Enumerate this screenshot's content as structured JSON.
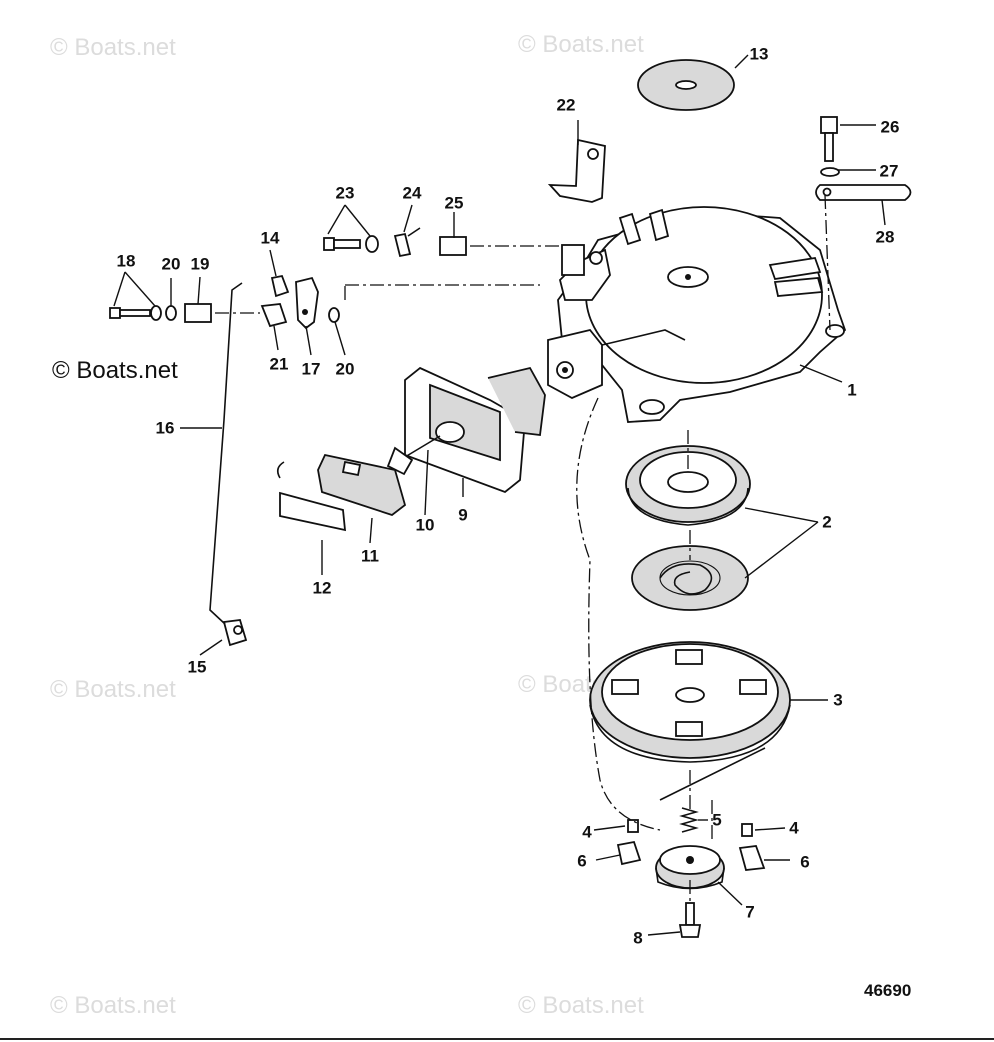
{
  "watermarks": {
    "text": "© Boats.net",
    "main": "© Boats.net"
  },
  "diagram_number": "46690",
  "callouts": {
    "c1": "1",
    "c2": "2",
    "c3": "3",
    "c4a": "4",
    "c4b": "4",
    "c5": "5",
    "c6a": "6",
    "c6b": "6",
    "c7": "7",
    "c8": "8",
    "c9": "9",
    "c10": "10",
    "c11": "11",
    "c12": "12",
    "c13": "13",
    "c14": "14",
    "c15": "15",
    "c16": "16",
    "c17": "17",
    "c18": "18",
    "c19": "19",
    "c20a": "20",
    "c20b": "20",
    "c21": "21",
    "c22": "22",
    "c23": "23",
    "c24": "24",
    "c25": "25",
    "c26": "26",
    "c27": "27",
    "c28": "28"
  }
}
